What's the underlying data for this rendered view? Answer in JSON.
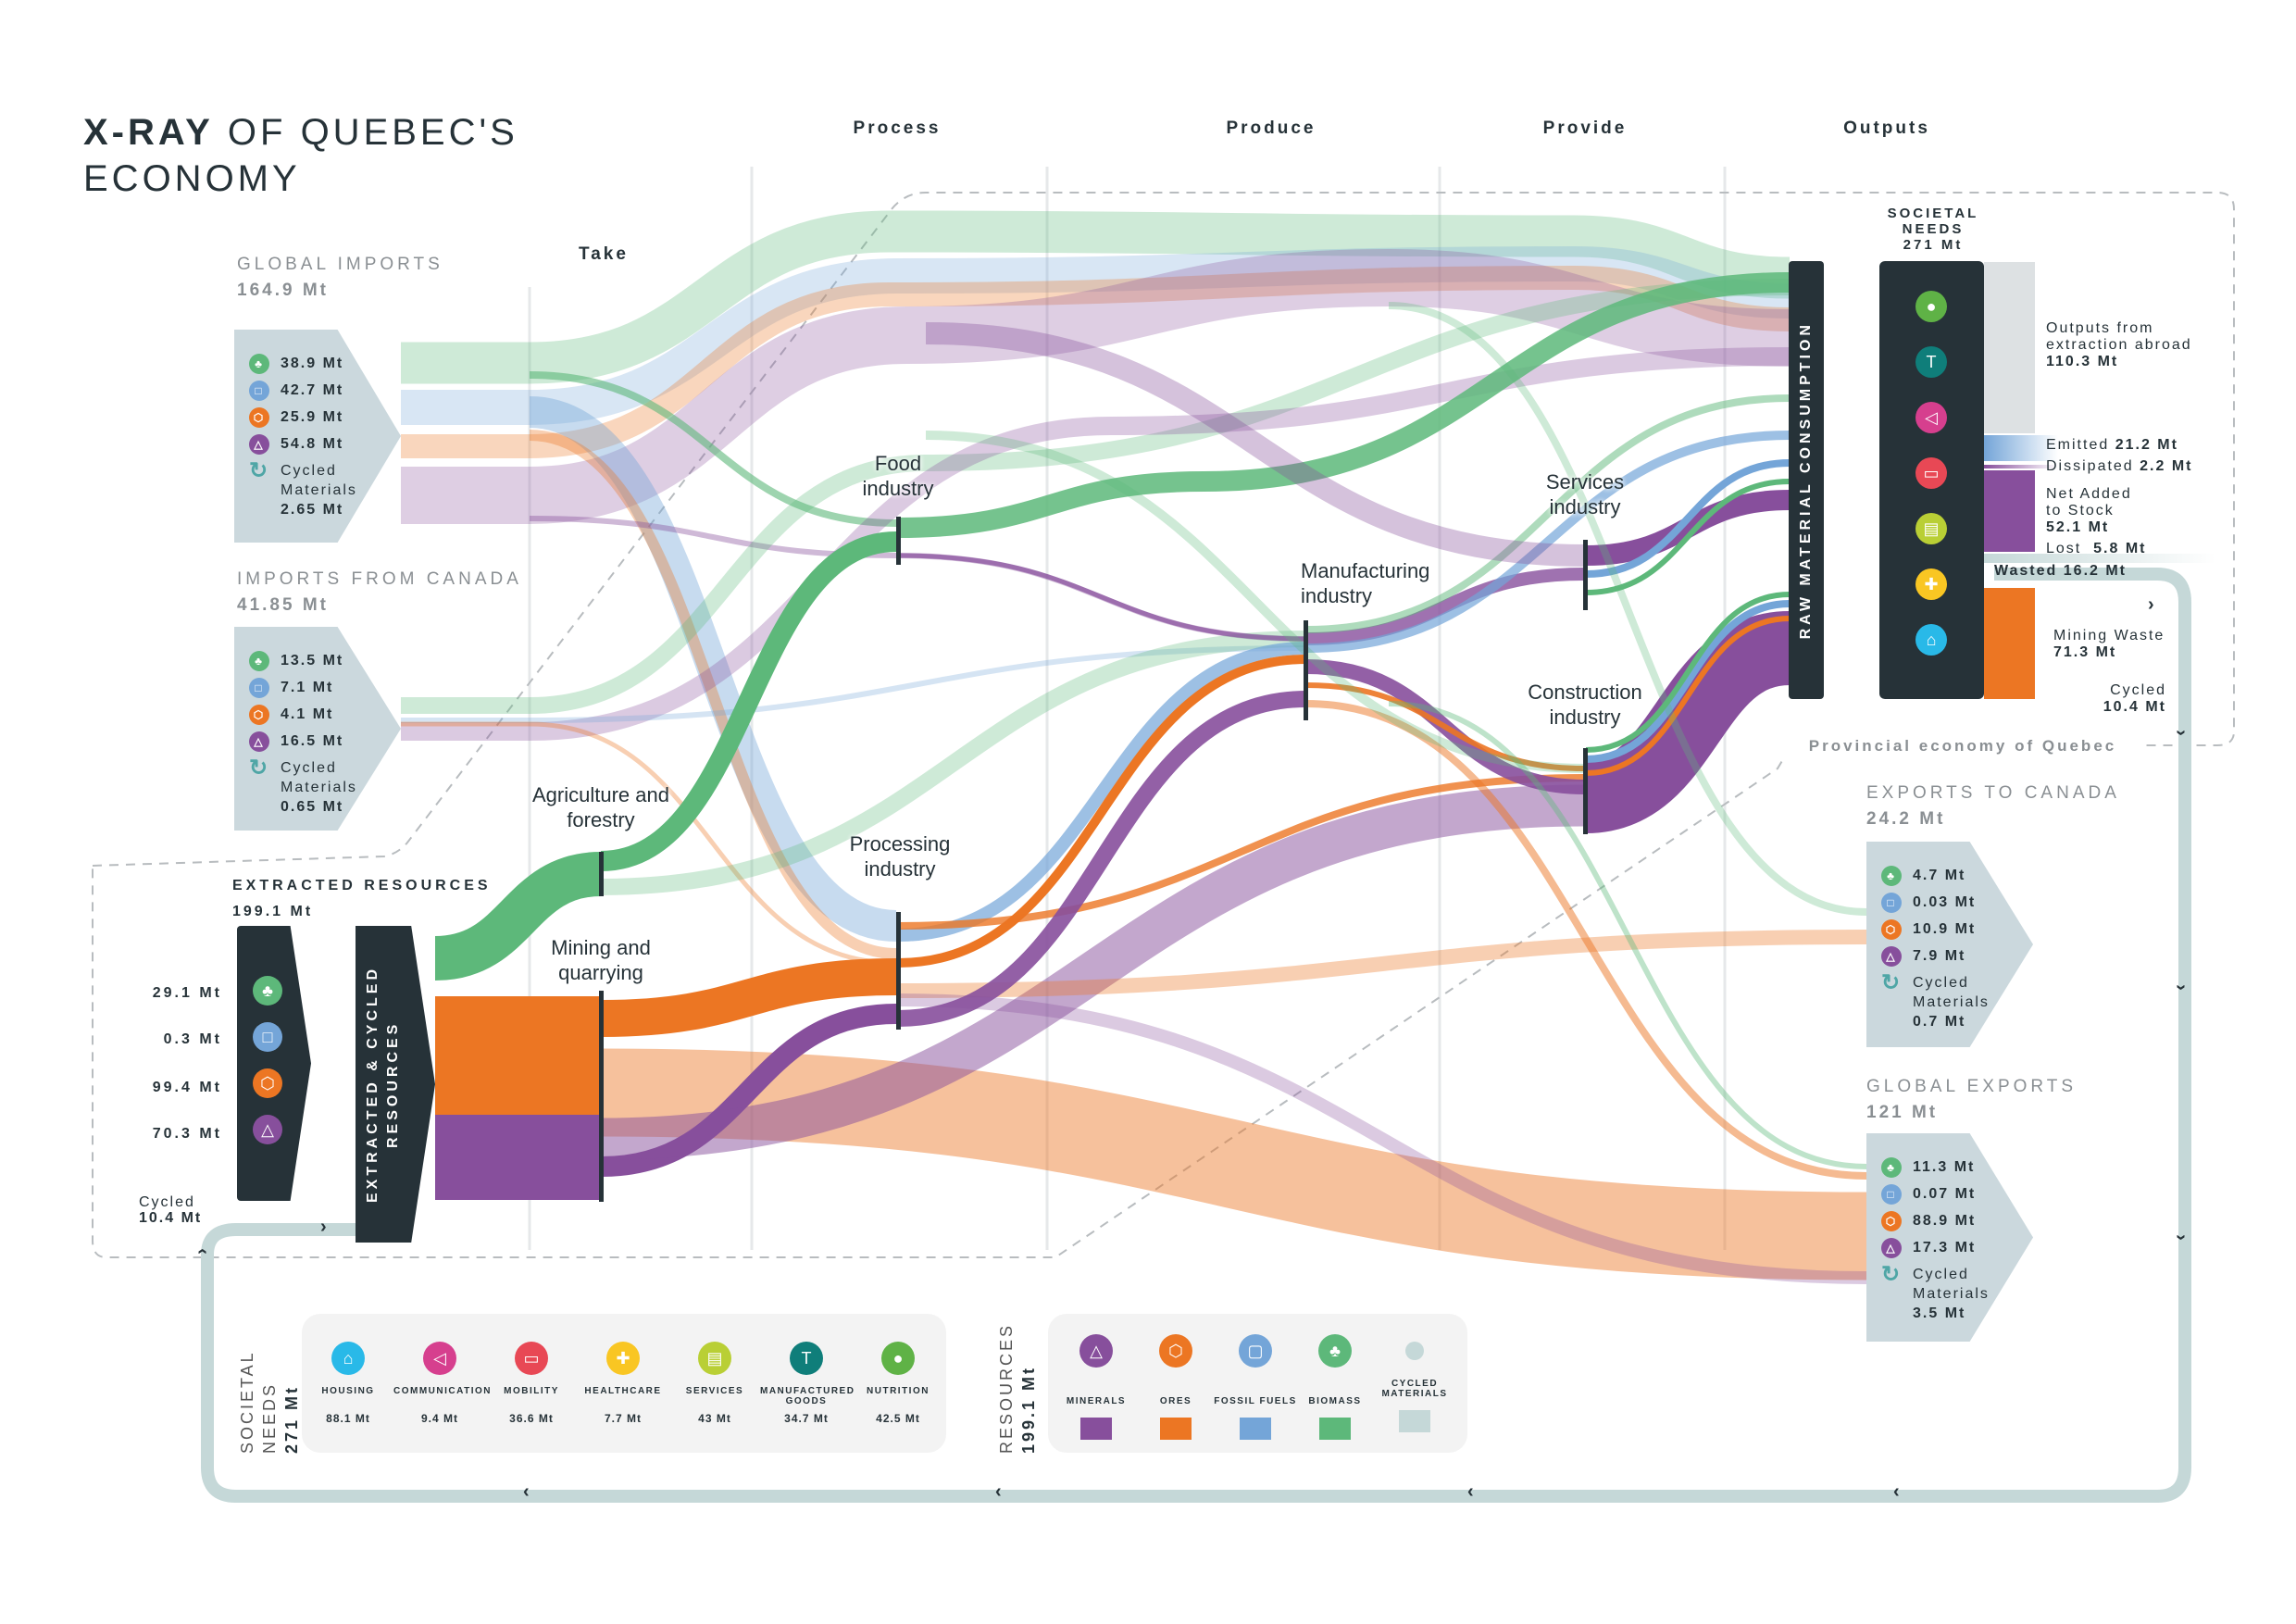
{
  "title": {
    "bold": "X-RAY",
    "rest_line1": "OF QUEBEC'S",
    "line2": "ECONOMY"
  },
  "columns": {
    "take": "Take",
    "process": "Process",
    "produce": "Produce",
    "provide": "Provide",
    "outputs": "Outputs"
  },
  "colors": {
    "biomass": "#5db87a",
    "fossil_fuels": "#74a5d8",
    "ores": "#ec7623",
    "minerals": "#874f9c",
    "cycled": "#c5d8d8",
    "dark": "#263238"
  },
  "global_imports": {
    "label": "GLOBAL IMPORTS",
    "total": "164.9 Mt",
    "biomass": "38.9 Mt",
    "fossil_fuels": "42.7 Mt",
    "ores": "25.9 Mt",
    "minerals": "54.8 Mt",
    "cycled_label1": "Cycled",
    "cycled_label2": "Materials",
    "cycled": "2.65 Mt"
  },
  "imports_canada": {
    "label": "IMPORTS FROM CANADA",
    "total": "41.85 Mt",
    "biomass": "13.5 Mt",
    "fossil_fuels": "7.1 Mt",
    "ores": "4.1 Mt",
    "minerals": "16.5 Mt",
    "cycled_label1": "Cycled",
    "cycled_label2": "Materials",
    "cycled": "0.65 Mt"
  },
  "extracted": {
    "label": "EXTRACTED RESOURCES",
    "total": "199.1 Mt",
    "biomass": "29.1 Mt",
    "fossil_fuels": "0.3 Mt",
    "ores": "99.4 Mt",
    "minerals": "70.3 Mt",
    "cycled_label": "Cycled",
    "cycled": "10.4 Mt",
    "bar_label": "EXTRACTED & CYCLED RESOURCES"
  },
  "nodes": {
    "agriculture": "Agriculture and forestry",
    "mining": "Mining and quarrying",
    "food": "Food industry",
    "processing": "Processing industry",
    "manufacturing": "Manufacturing industry",
    "services": "Services industry",
    "construction": "Construction industry"
  },
  "raw_material_consumption": "RAW MATERIAL CONSUMPTION",
  "societal_needs_header": {
    "label": "SOCIETAL NEEDS",
    "total": "271 Mt"
  },
  "outputs": {
    "abroad": "Outputs from extraction abroad",
    "abroad_value": "110.3 Mt",
    "emitted": "Emitted",
    "emitted_value": "21.2 Mt",
    "dissipated": "Dissipated",
    "dissipated_value": "2.2 Mt",
    "net_added": "Net Added to Stock",
    "net_added_value": "52.1 Mt",
    "lost": "Lost",
    "lost_value": "5.8 Mt",
    "wasted": "Wasted",
    "wasted_value": "16.2 Mt",
    "mining_waste": "Mining Waste",
    "mining_waste_value": "71.3 Mt",
    "cycled": "Cycled",
    "cycled_value": "10.4 Mt"
  },
  "boundary_label": "Provincial economy of Quebec",
  "exports_canada": {
    "label": "EXPORTS TO CANADA",
    "total": "24.2 Mt",
    "biomass": "4.7 Mt",
    "fossil_fuels": "0.03 Mt",
    "ores": "10.9 Mt",
    "minerals": "7.9 Mt",
    "cycled_label1": "Cycled",
    "cycled_label2": "Materials",
    "cycled": "0.7 Mt"
  },
  "global_exports": {
    "label": "GLOBAL EXPORTS",
    "total": "121 Mt",
    "biomass": "11.3 Mt",
    "fossil_fuels": "0.07 Mt",
    "ores": "88.9 Mt",
    "minerals": "17.3 Mt",
    "cycled_label1": "Cycled",
    "cycled_label2": "Materials",
    "cycled": "3.5 Mt"
  },
  "societal_needs_panel": {
    "label": "SOCIETAL NEEDS",
    "total": "271 Mt",
    "items": [
      {
        "label": "HOUSING",
        "value": "88.1 Mt",
        "icon": "house-icon",
        "color": "#29b9e8"
      },
      {
        "label": "COMMUNICATION",
        "value": "9.4 Mt",
        "icon": "megaphone-icon",
        "color": "#d63f8e"
      },
      {
        "label": "MOBILITY",
        "value": "36.6 Mt",
        "icon": "van-icon",
        "color": "#e84855"
      },
      {
        "label": "HEALTHCARE",
        "value": "7.7 Mt",
        "icon": "cross-icon",
        "color": "#f9c623"
      },
      {
        "label": "SERVICES",
        "value": "43 Mt",
        "icon": "chat-icon",
        "color": "#b9cf35"
      },
      {
        "label": "MANUFACTURED GOODS",
        "value": "34.7 Mt",
        "icon": "shirt-icon",
        "color": "#0f7e7a"
      },
      {
        "label": "NUTRITION",
        "value": "42.5 Mt",
        "icon": "apple-icon",
        "color": "#5fb246"
      }
    ]
  },
  "resources_panel": {
    "label": "RESOURCES",
    "total": "199.1 Mt",
    "items": [
      {
        "label": "MINERALS",
        "icon": "flask-icon",
        "color": "#874f9c"
      },
      {
        "label": "ORES",
        "icon": "hexagon-icon",
        "color": "#ec7623"
      },
      {
        "label": "FOSSIL FUELS",
        "icon": "jerrycan-icon",
        "color": "#74a5d8"
      },
      {
        "label": "BIOMASS",
        "icon": "tree-icon",
        "color": "#5db87a"
      },
      {
        "label": "CYCLED MATERIALS",
        "icon": "dot-icon",
        "color": "#c5d8d8"
      }
    ]
  }
}
